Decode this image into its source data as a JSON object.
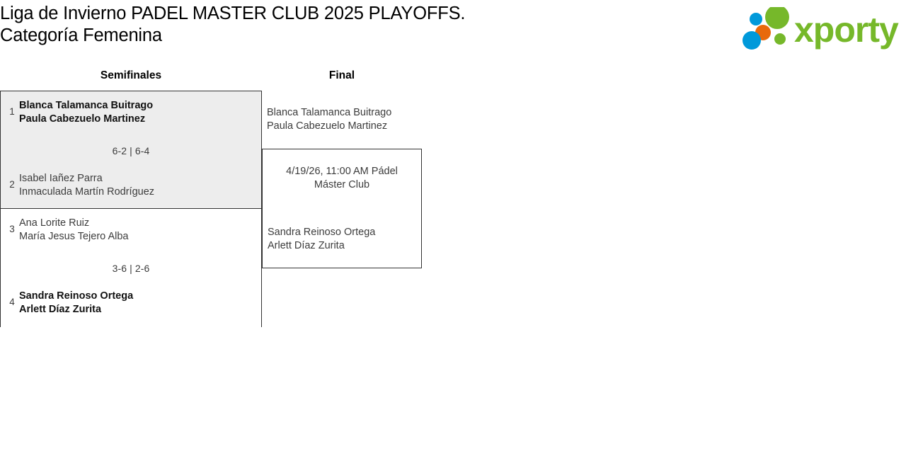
{
  "header": {
    "title": "Liga de Invierno PADEL MASTER CLUB 2025 PLAYOFFS. Categoría Femenina",
    "logo_text": "xporty",
    "logo_colors": {
      "green": "#76b82a",
      "blue": "#0099da",
      "orange": "#e8690b"
    }
  },
  "bracket": {
    "rounds": [
      {
        "name": "semifinals",
        "label": "Semifinales"
      },
      {
        "name": "final",
        "label": "Final"
      }
    ],
    "semifinals": [
      {
        "match_id": "sf1",
        "score": "6-2 | 6-4",
        "top": {
          "seed": "1",
          "player1": "Blanca Talamanca Buitrago",
          "player2": "Paula Cabezuelo Martinez",
          "winner": true
        },
        "bottom": {
          "seed": "2",
          "player1": "Isabel Iañez Parra",
          "player2": "Inmaculada Martín Rodríguez",
          "winner": false
        }
      },
      {
        "match_id": "sf2",
        "score": "3-6 | 2-6",
        "top": {
          "seed": "3",
          "player1": "Ana Lorite Ruiz",
          "player2": "María Jesus Tejero Alba",
          "winner": false
        },
        "bottom": {
          "seed": "4",
          "player1": "Sandra Reinoso Ortega",
          "player2": "Arlett Díaz Zurita",
          "winner": true
        }
      }
    ],
    "final": {
      "match_id": "final1",
      "schedule": "4/19/26, 11:00 AM Pádel Máster Club",
      "top": {
        "player1": "Blanca Talamanca Buitrago",
        "player2": "Paula Cabezuelo Martinez"
      },
      "bottom": {
        "player1": "Sandra Reinoso Ortega",
        "player2": "Arlett Díaz Zurita"
      }
    }
  }
}
